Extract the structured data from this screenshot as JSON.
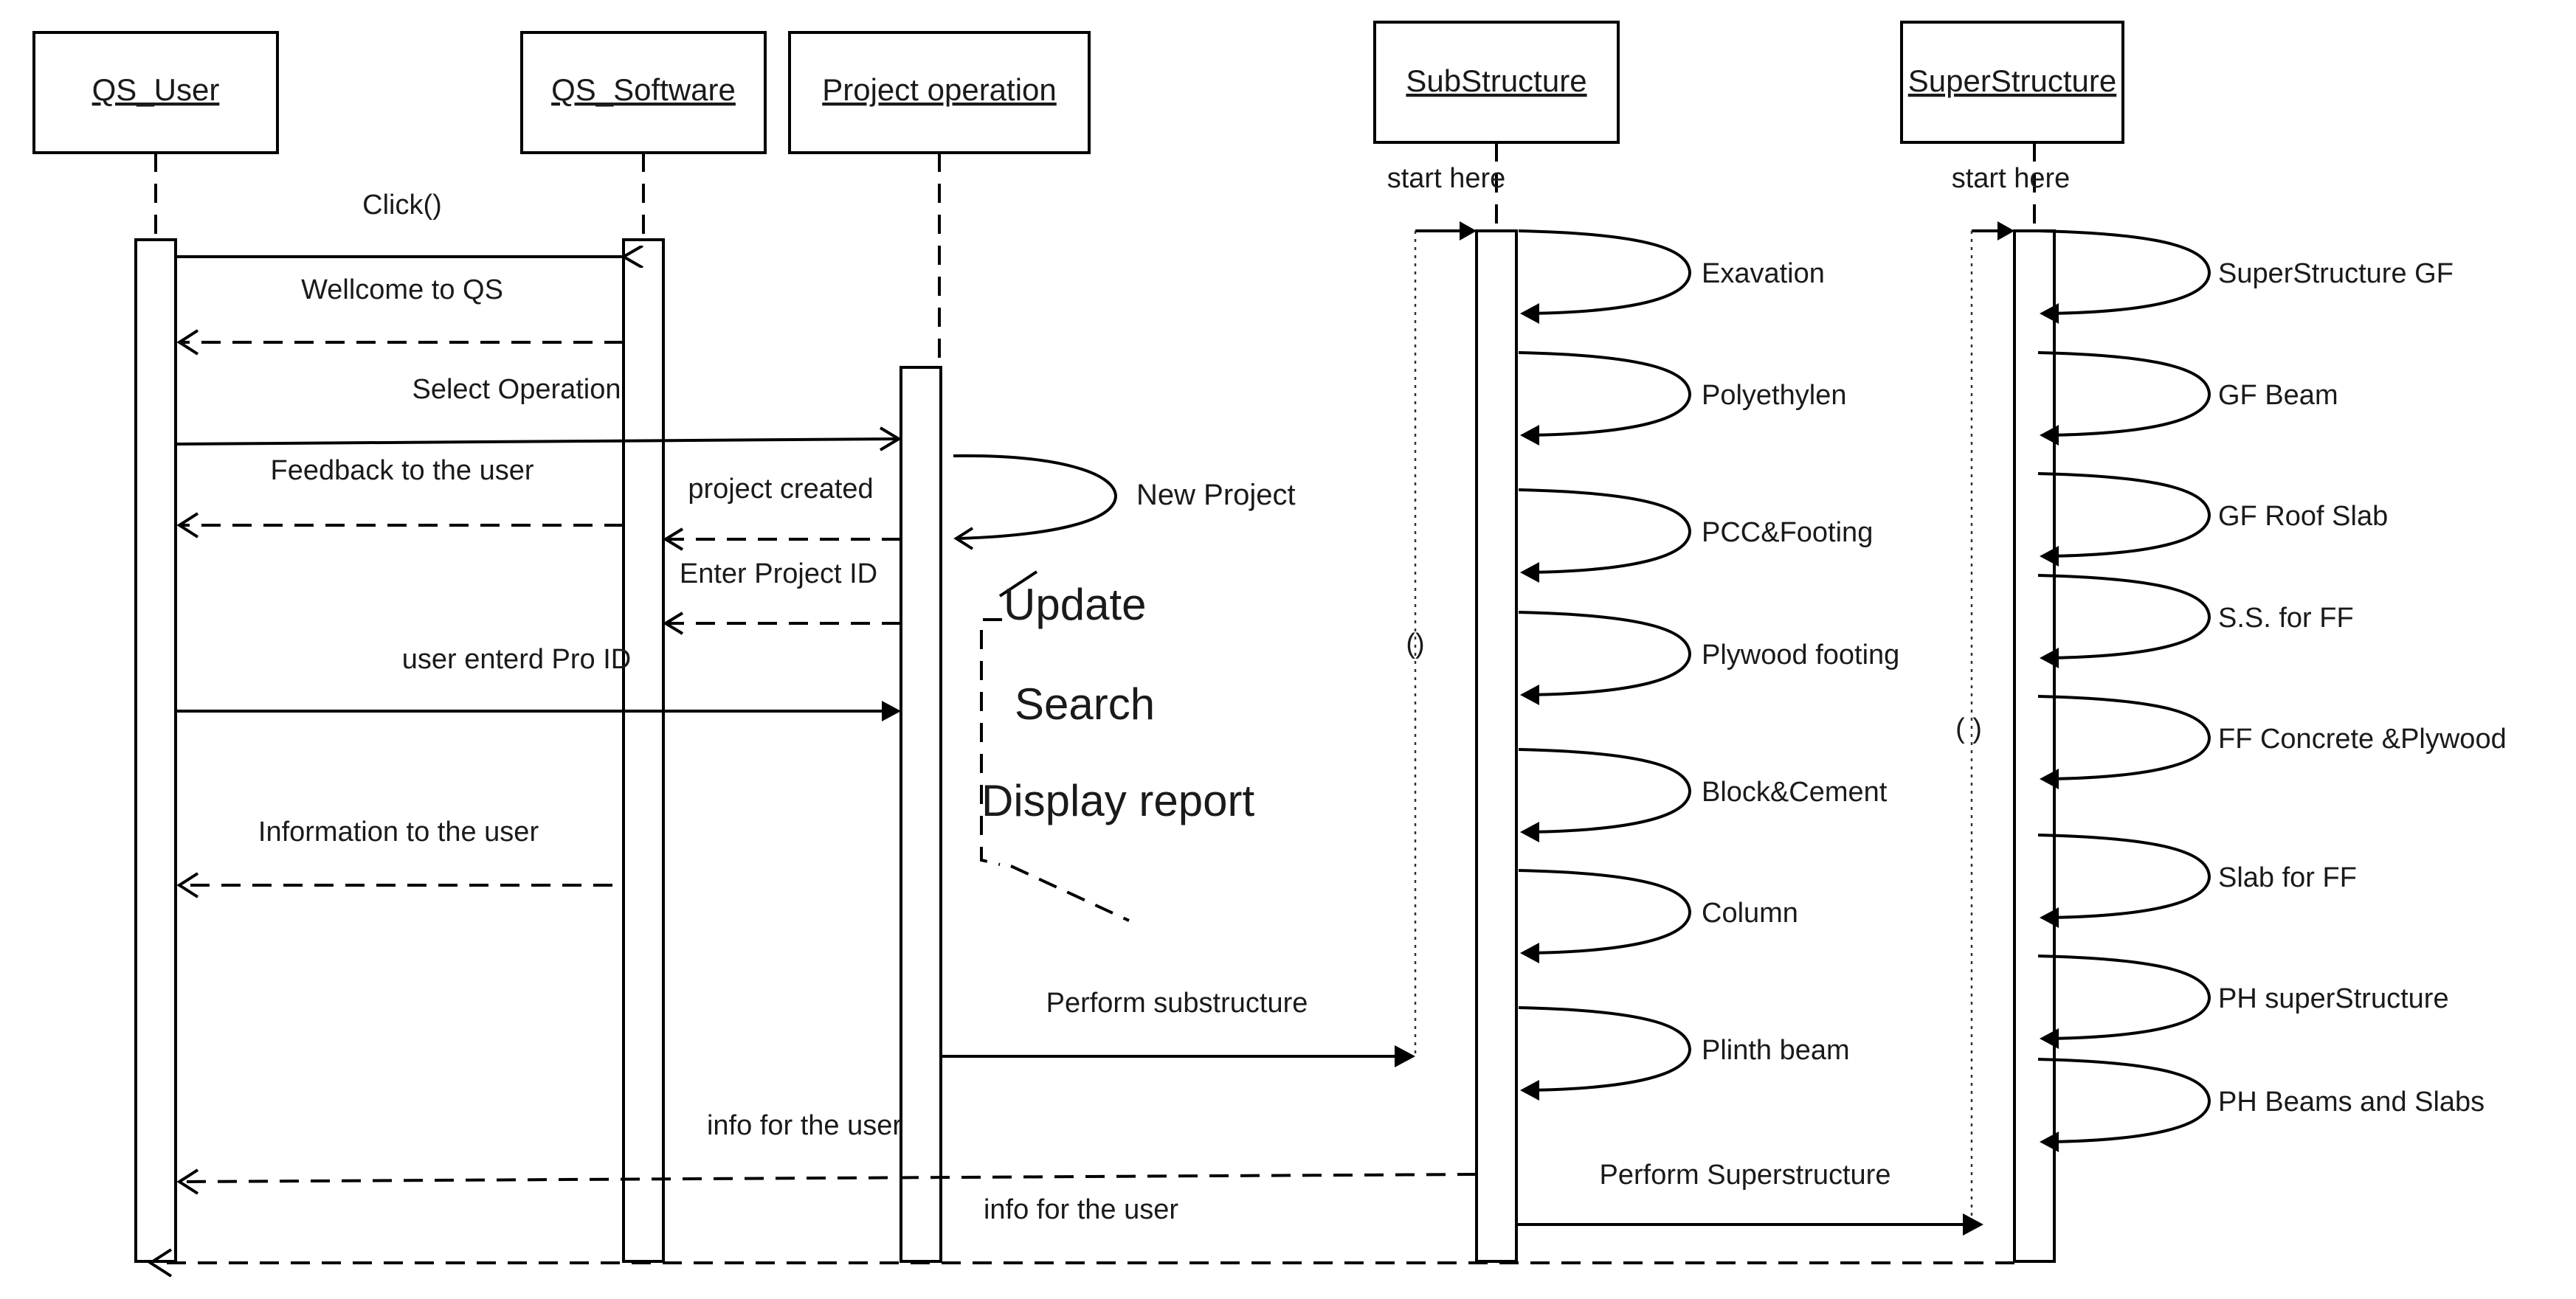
{
  "lifelines": [
    {
      "id": "qs_user",
      "label": "QS_User"
    },
    {
      "id": "qs_software",
      "label": "QS_Software"
    },
    {
      "id": "project_operation",
      "label": "Project operation"
    },
    {
      "id": "substructure",
      "label": "SubStructure"
    },
    {
      "id": "superstructure",
      "label": "SuperStructure"
    }
  ],
  "messages": {
    "click": "Click()",
    "wellcome": "Wellcome to QS",
    "select_operation": "Select Operation",
    "feedback": "Feedback to the user",
    "project_created": "project created",
    "enter_project_id": "Enter Project ID",
    "user_entered_id": "user enterd Pro ID",
    "information": "Information to the user",
    "perform_substructure": "Perform substructure",
    "info_for_user_1": "info for the user",
    "perform_superstructure": "Perform Superstructure",
    "info_for_user_2": "info for the user"
  },
  "project_ops": {
    "new_project": "New Project",
    "update": "Update",
    "search": "Search",
    "display_report": "Display report"
  },
  "substructure": {
    "start": "start here",
    "guard": "()",
    "steps": [
      "Exavation",
      "Polyethylen",
      "PCC&Footing",
      "Plywood footing",
      "Block&Cement",
      "Column",
      "Plinth beam"
    ]
  },
  "superstructure": {
    "start": "start here",
    "guard": "( )",
    "steps": [
      "SuperStructure GF",
      "GF Beam",
      "GF Roof Slab",
      "S.S. for FF",
      "FF Concrete &Plywood",
      "Slab for FF",
      "PH superStructure",
      "PH Beams and Slabs"
    ]
  }
}
